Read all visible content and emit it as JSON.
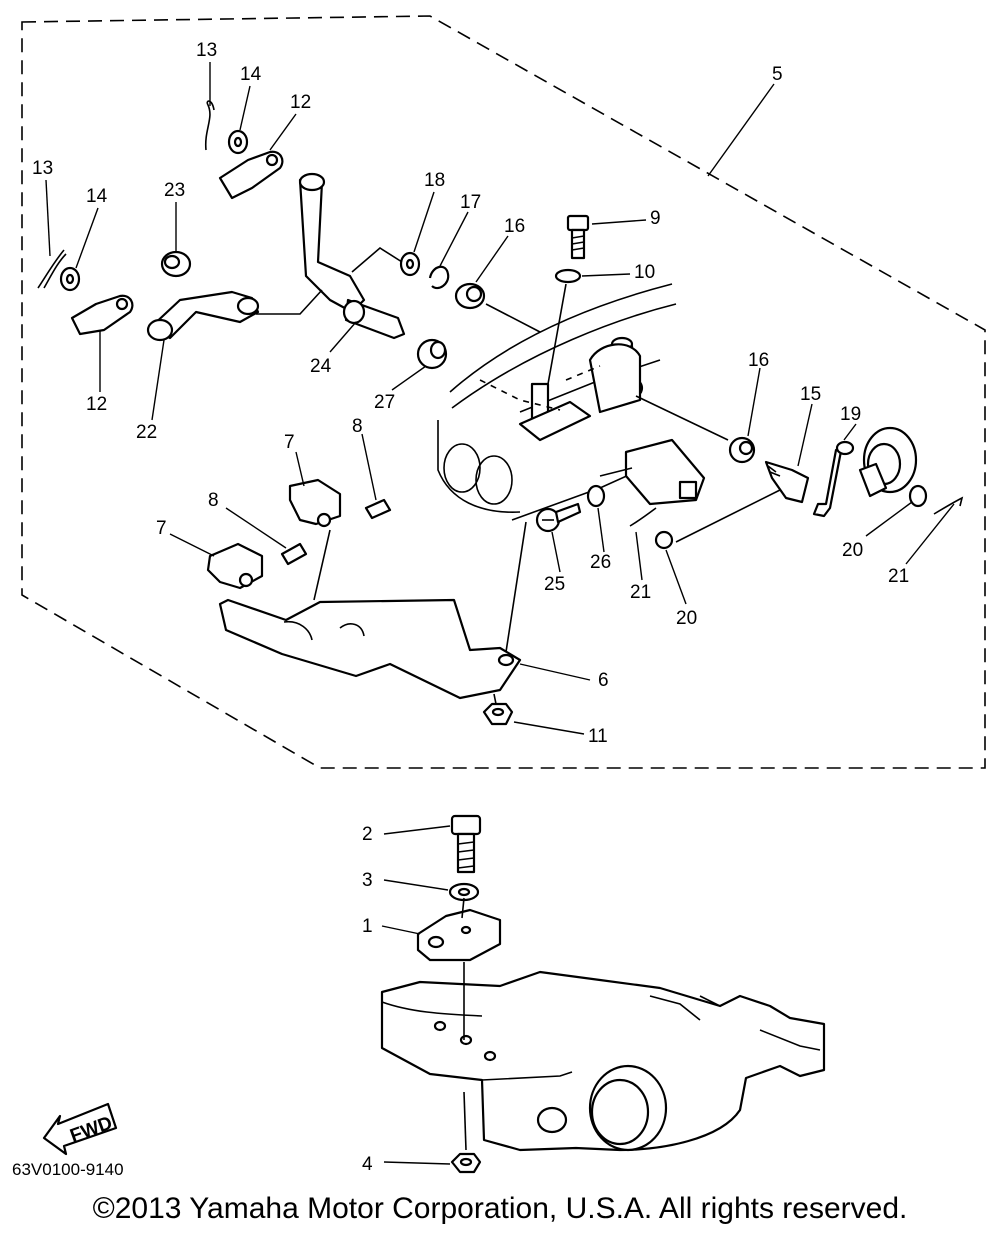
{
  "diagram_code": "63V0100-9140",
  "copyright": "©2013 Yamaha Motor Corporation, U.S.A. All rights reserved.",
  "fwd_label": "FWD",
  "callouts": [
    {
      "id": "c13a",
      "text": "13"
    },
    {
      "id": "c14a",
      "text": "14"
    },
    {
      "id": "c12a",
      "text": "12"
    },
    {
      "id": "c13b",
      "text": "13"
    },
    {
      "id": "c14b",
      "text": "14"
    },
    {
      "id": "c23",
      "text": "23"
    },
    {
      "id": "c12b",
      "text": "12"
    },
    {
      "id": "c22",
      "text": "22"
    },
    {
      "id": "c24",
      "text": "24"
    },
    {
      "id": "c18",
      "text": "18"
    },
    {
      "id": "c17",
      "text": "17"
    },
    {
      "id": "c16a",
      "text": "16"
    },
    {
      "id": "c9",
      "text": "9"
    },
    {
      "id": "c10",
      "text": "10"
    },
    {
      "id": "c5",
      "text": "5"
    },
    {
      "id": "c27",
      "text": "27"
    },
    {
      "id": "c16b",
      "text": "16"
    },
    {
      "id": "c15",
      "text": "15"
    },
    {
      "id": "c19",
      "text": "19"
    },
    {
      "id": "c7a",
      "text": "7"
    },
    {
      "id": "c8a",
      "text": "8"
    },
    {
      "id": "c8b",
      "text": "8"
    },
    {
      "id": "c7b",
      "text": "7"
    },
    {
      "id": "c25",
      "text": "25"
    },
    {
      "id": "c26",
      "text": "26"
    },
    {
      "id": "c21a",
      "text": "21"
    },
    {
      "id": "c20a",
      "text": "20"
    },
    {
      "id": "c20b",
      "text": "20"
    },
    {
      "id": "c21b",
      "text": "21"
    },
    {
      "id": "c6",
      "text": "6"
    },
    {
      "id": "c11",
      "text": "11"
    },
    {
      "id": "c2",
      "text": "2"
    },
    {
      "id": "c3",
      "text": "3"
    },
    {
      "id": "c1",
      "text": "1"
    },
    {
      "id": "c4",
      "text": "4"
    }
  ]
}
